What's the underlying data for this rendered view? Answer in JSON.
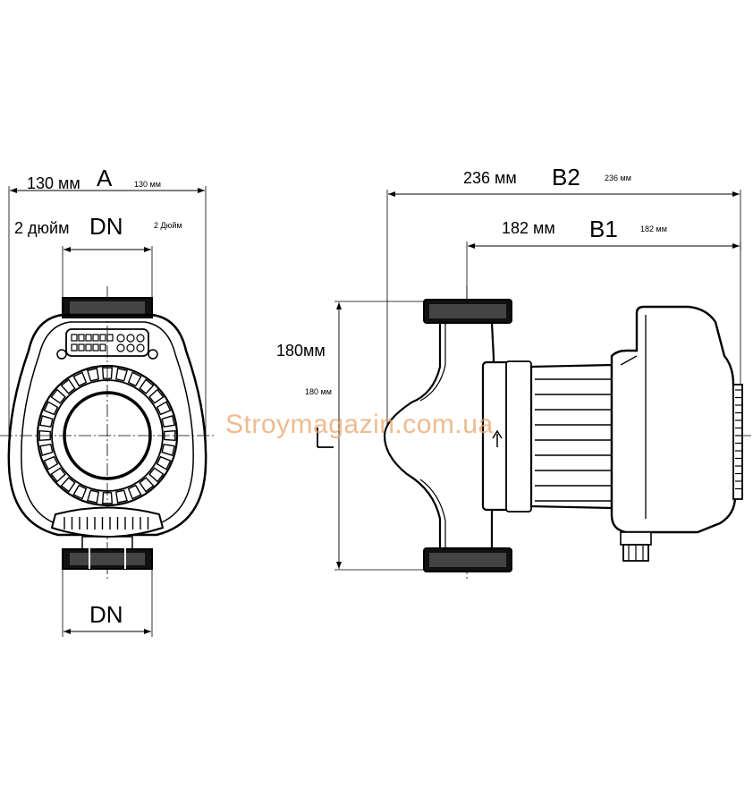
{
  "front_view": {
    "width_value": "130 мм",
    "width_letter": "A",
    "width_small": "130 мм",
    "dn_value": "2 дюйм",
    "dn_letter": "DN",
    "dn_small": "2 Дюйм",
    "dn_bottom_letter": "DN"
  },
  "side_view": {
    "b2_value": "236 мм",
    "b2_letter": "B2",
    "b2_small": "236 мм",
    "b1_value": "182 мм",
    "b1_letter": "B1",
    "b1_small": "182 мм",
    "l_value": "180мм",
    "l_small": "180 мм",
    "l_letter": "L"
  },
  "watermark": {
    "text": "Stroymagazin.com.ua",
    "color": "#e9a56b"
  },
  "colors": {
    "line": "#000000",
    "background": "#ffffff"
  }
}
